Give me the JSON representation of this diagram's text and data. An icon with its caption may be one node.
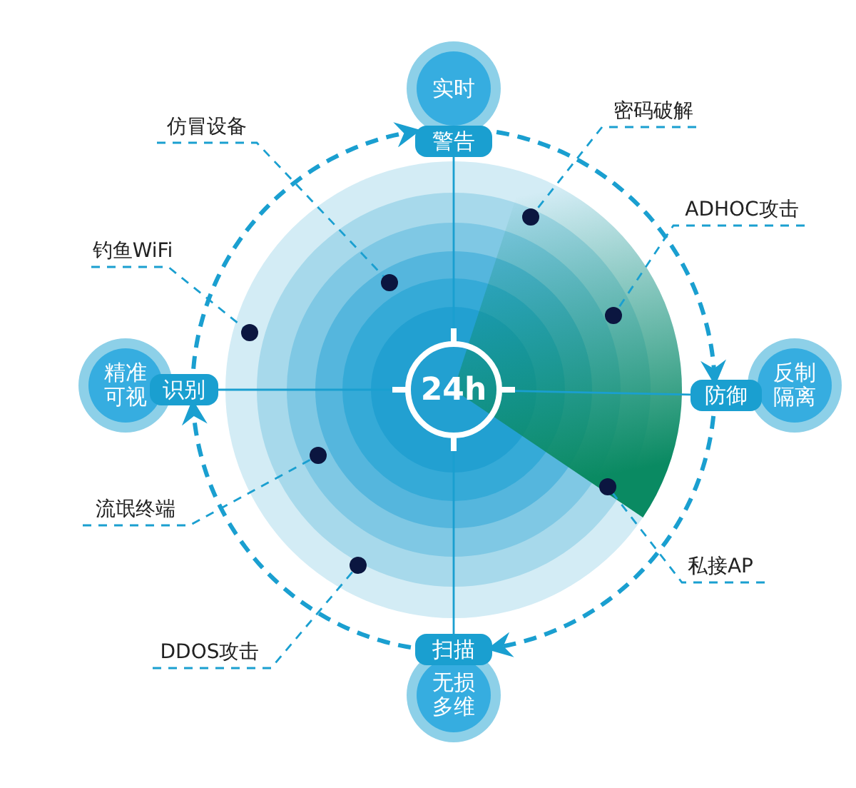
{
  "diagram": {
    "nodes": [
      {
        "text": [
          "实时"
        ]
      },
      {
        "text": [
          "警告"
        ]
      },
      {
        "text": [
          "反制隔离"
        ]
      },
      {
        "text": [
          "防御"
        ]
      },
      {
        "text": [
          "无损多维"
        ]
      },
      {
        "text": [
          "扫描"
        ]
      },
      {
        "text": [
          "精准可视"
        ]
      },
      {
        "text": [
          "识别"
        ]
      },
      {
        "text": [
          "24h"
        ]
      },
      {
        "text": [
          "仿冒设备"
        ]
      },
      {
        "text": [
          "钓鱼WiFi"
        ]
      },
      {
        "text": [
          "流氓终端"
        ]
      },
      {
        "text": [
          "DDOS攻击"
        ]
      },
      {
        "text": [
          "密码破解"
        ]
      },
      {
        "text": [
          "ADHOC攻击"
        ]
      },
      {
        "text": [
          "私接AP"
        ]
      },
      {
        "text": [],
        "shape": "circle"
      },
      {
        "text": [],
        "shape": "circle"
      },
      {
        "text": [],
        "shape": "circle"
      },
      {
        "text": [],
        "shape": "circle"
      },
      {
        "text": [],
        "shape": "circle"
      },
      {
        "text": [],
        "shape": "circle"
      },
      {
        "text": [],
        "shape": "circle"
      }
    ],
    "edges": [
      {
        "from": 7,
        "to": 1,
        "arrow": "to",
        "style": "dashed"
      },
      {
        "from": 1,
        "to": 3,
        "arrow": "to",
        "style": "dashed"
      },
      {
        "from": 3,
        "to": 5,
        "arrow": "to",
        "style": "dashed"
      },
      {
        "from": 5,
        "to": 7,
        "arrow": "to",
        "style": "dashed"
      },
      {
        "from": 1,
        "to": 8,
        "arrow": "none"
      },
      {
        "from": 8,
        "to": 5,
        "arrow": "none"
      },
      {
        "from": 7,
        "to": 8,
        "arrow": "none"
      },
      {
        "from": 8,
        "to": 3,
        "arrow": "none"
      },
      {
        "from": 9,
        "to": 19,
        "arrow": "none",
        "style": "dashed"
      },
      {
        "from": 10,
        "to": 16,
        "arrow": "none",
        "style": "dashed"
      },
      {
        "from": 11,
        "to": 17,
        "arrow": "none",
        "style": "dashed"
      },
      {
        "from": 12,
        "to": 18,
        "arrow": "none",
        "style": "dashed"
      },
      {
        "from": 13,
        "to": 20,
        "arrow": "none",
        "style": "dashed"
      },
      {
        "from": 14,
        "to": 22,
        "arrow": "none",
        "style": "dashed"
      },
      {
        "from": 15,
        "to": 21,
        "arrow": "none",
        "style": "dashed"
      }
    ]
  }
}
